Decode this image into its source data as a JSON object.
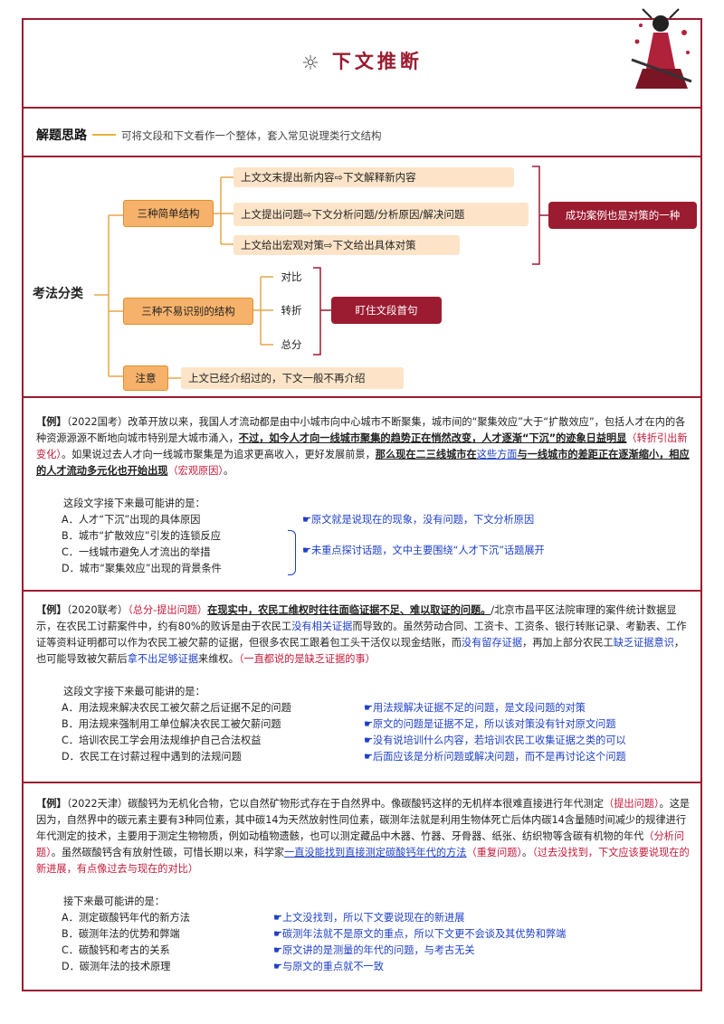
{
  "header": {
    "title": "下文推断"
  },
  "approach": {
    "heading": "解题思路",
    "text": "可将文段和下文看作一个整体，套入常见说理类行文结构"
  },
  "classify": {
    "root": "考法分类",
    "simple": {
      "label": "三种简单结构",
      "items": [
        "上文文末提出新内容⇨下文解释新内容",
        "上文提出问题⇨下文分析问题/分析原因/解决问题",
        "上文给出宏观对策⇨下文给出具体对策"
      ],
      "note": "成功案例也是对策的一种"
    },
    "hard": {
      "label": "三种不易识别的结构",
      "items": [
        "对比",
        "转折",
        "总分"
      ],
      "note": "盯住文段首句"
    },
    "attention": {
      "label": "注意",
      "text": "上文已经介绍过的，下文一般不再介绍"
    }
  },
  "example1": {
    "tag": "【例】",
    "p1": "（2022国考）改革开放以来，我国人才流动都是由中小城市向中心城市不断聚集，城市间的“聚集效应”大于“扩散效应”，包括人才在内的各种资源源源不断地向城市特别是大城市涌入，",
    "p2": "不过，如今人才向一线城市聚集的趋势正在悄然改变，人才逐渐“下沉”的迹象日益明显",
    "p3": "（转折引出新变化）",
    "p4": "。如果说过去人才向一线城市聚集是为追求更高收入，更好发展前景，",
    "p5": "那么现在二三线城市在",
    "p6": "这些方面",
    "p7": "与一线城市的差距正在逐渐缩小，相应的人才流动多元化也开始出现",
    "p8": "（宏观原因）",
    "p9": "。",
    "stem": "这段文字接下来最可能讲的是：",
    "options": [
      "A．人才“下沉”出现的具体原因",
      "B．城市“扩散效应”引发的连锁反应",
      "C．一线城市避免人才流出的举措",
      "D．城市“聚集效应”出现的背景条件"
    ],
    "ann": [
      "☛原文就是说现在的现象，没有问题，下文分析原因",
      "☛未重点探讨话题，文中主要围绕“人才下沉”话题展开"
    ]
  },
  "example2": {
    "tag": "【例】",
    "p1": "（2020联考）",
    "p2": "（总分-提出问题）",
    "p3": "在现实中，农民工维权时往往面临证据不足、难以取证的问题。",
    "p4": "/北京市昌平区法院审理的案件统计数据显示，在农民工讨薪案件中，约有80%的败诉是由于农民工",
    "p5": "没有相关证据",
    "p6": "而导致的。虽然劳动合同、工资卡、工资条、银行转账记录、考勤表、工作证等资料证明都可以作为农民工被欠薪的证据，但很多农民工跟着包工头干活仅以现金结账，而",
    "p7": "没有留存证据",
    "p8": "，再加上部分农民工",
    "p9": "缺乏证据意识",
    "p10": "，也可能导致被欠薪后",
    "p11": "拿不出足够证据",
    "p12": "来维权。",
    "p13": "（一直都说的是缺乏证据的事）",
    "stem": "这段文字接下来最可能讲的是：",
    "options": [
      "A．用法规来解决农民工被欠薪之后证据不足的问题",
      "B．用法规来强制用工单位解决农民工被欠薪问题",
      "C．培训农民工学会用法规维护自己合法权益",
      "D．农民工在讨薪过程中遇到的法规问题"
    ],
    "ann": [
      "☛用法规解决证据不足的问题，是文段问题的对策",
      "☛原文的问题是证据不足，所以该对策没有针对原文问题",
      "☛没有说培训什么内容，若培训农民工收集证据之类的可以",
      "☛后面应该是分析问题或解决问题，而不是再讨论这个问题"
    ]
  },
  "example3": {
    "tag": "【例】",
    "p1": "（2022天津）碳酸钙为无机化合物，它以自然矿物形式存在于自然界中。像碳酸钙这样的无机样本很难直接进行年代测定",
    "p2": "（提出问题）",
    "p3": "。这是因为，自然界中的碳元素主要有3种同位素，其中碳14为天然放射性同位素，碳测年法就是利用生物体死亡后体内碳14含量随时间减少的规律进行年代测定的技术，主要用于测定生物物质，例如动植物遗骸，也可以测定藏品中木器、竹器、牙骨器、纸张、纺织物等含碳有机物的年代",
    "p4": "（分析问题）",
    "p5": "。虽然碳酸钙含有放射性碳，可惜长期以来，科学家",
    "p6": "一直没能找到直接测定碳酸钙年代的方法",
    "p7": "（重复问题）",
    "p8": "。",
    "p9": "（过去没找到，下文应该要说现在的新进展，有点像过去与现在的对比）",
    "stem": "接下来最可能讲的是：",
    "options": [
      "A．测定碳酸钙年代的新方法",
      "B．碳测年法的优势和弊端",
      "C．碳酸钙和考古的关系",
      "D．碳测年法的技术原理"
    ],
    "ann": [
      "☛上文没找到，所以下文要说现在的新进展",
      "☛碳测年法就不是原文的重点，所以下文更不会谈及其优势和弊端",
      "☛原文讲的是测量的年代的问题，与考古无关",
      "☛与原文的重点就不一致"
    ]
  },
  "colors": {
    "brand": "#9b1b30",
    "accent_orange": "#f6b26b",
    "light_orange": "#fde4c8",
    "annotation_blue": "#1e3fc9",
    "highlight_red": "#c4193a"
  }
}
